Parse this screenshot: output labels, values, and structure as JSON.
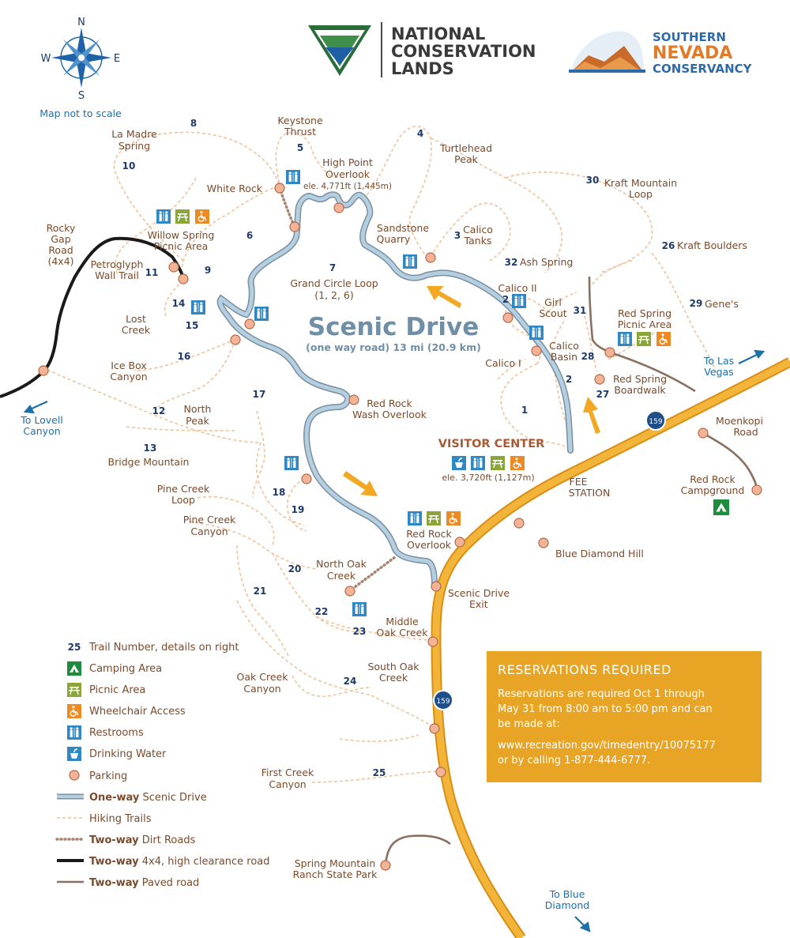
{
  "compass": {
    "n": "N",
    "s": "S",
    "e": "E",
    "w": "W",
    "note": "Map not to scale"
  },
  "logos": {
    "ncl_line1": "NATIONAL",
    "ncl_line2": "CONSERVATION",
    "ncl_line3": "LANDS",
    "snc_line1": "SOUTHERN",
    "snc_line2": "NEVADA",
    "snc_line3": "CONSERVANCY"
  },
  "title": {
    "main": "Scenic Drive",
    "sub": "(one way road) 13 mi (20.9 km)"
  },
  "visitor_center": {
    "name": "VISITOR CENTER",
    "elevation": "ele. 3,720ft (1,127m)"
  },
  "high_point": {
    "line1": "High Point",
    "line2": "Overlook",
    "elevation": "ele. 4,771ft (1,445m)"
  },
  "places": [
    {
      "id": "la-madre-1",
      "text": "La Madre"
    },
    {
      "id": "la-madre-2",
      "text": "Spring"
    },
    {
      "id": "keystone-1",
      "text": "Keystone"
    },
    {
      "id": "keystone-2",
      "text": "Thrust"
    },
    {
      "id": "turtlehead-1",
      "text": "Turtlehead"
    },
    {
      "id": "turtlehead-2",
      "text": "Peak"
    },
    {
      "id": "white-rock",
      "text": "White Rock"
    },
    {
      "id": "kraft-mtn-1",
      "text": "Kraft Mountain"
    },
    {
      "id": "kraft-mtn-2",
      "text": "Loop"
    },
    {
      "id": "rocky-gap-1",
      "text": "Rocky"
    },
    {
      "id": "rocky-gap-2",
      "text": "Gap"
    },
    {
      "id": "rocky-gap-3",
      "text": "Road"
    },
    {
      "id": "rocky-gap-4",
      "text": "(4x4)"
    },
    {
      "id": "willow-1",
      "text": "Willow Spring"
    },
    {
      "id": "willow-2",
      "text": "Picnic Area"
    },
    {
      "id": "sandstone-1",
      "text": "Sandstone"
    },
    {
      "id": "sandstone-2",
      "text": "Quarry"
    },
    {
      "id": "calico-tanks-1",
      "text": "Calico"
    },
    {
      "id": "calico-tanks-2",
      "text": "Tanks"
    },
    {
      "id": "kraft-boulders",
      "text": "Kraft Boulders"
    },
    {
      "id": "petro-1",
      "text": "Petroglyph"
    },
    {
      "id": "petro-2",
      "text": "Wall Trail"
    },
    {
      "id": "ash-spring",
      "text": "Ash Spring"
    },
    {
      "id": "grand-1",
      "text": "Grand Circle Loop"
    },
    {
      "id": "grand-2",
      "text": "(1, 2, 6)"
    },
    {
      "id": "calico-ii",
      "text": "Calico II"
    },
    {
      "id": "girl-1",
      "text": "Girl"
    },
    {
      "id": "girl-2",
      "text": "Scout"
    },
    {
      "id": "genes",
      "text": "Gene's"
    },
    {
      "id": "red-spring-pic-1",
      "text": "Red Spring"
    },
    {
      "id": "red-spring-pic-2",
      "text": "Picnic Area"
    },
    {
      "id": "lost-1",
      "text": "Lost"
    },
    {
      "id": "lost-2",
      "text": "Creek"
    },
    {
      "id": "calico-basin-1",
      "text": "Calico"
    },
    {
      "id": "calico-basin-2",
      "text": "Basin"
    },
    {
      "id": "to-lv-1",
      "text": "To Las"
    },
    {
      "id": "to-lv-2",
      "text": "Vegas"
    },
    {
      "id": "ice-1",
      "text": "Ice Box"
    },
    {
      "id": "ice-2",
      "text": "Canyon"
    },
    {
      "id": "calico-i",
      "text": "Calico I"
    },
    {
      "id": "rs-board-1",
      "text": "Red Spring"
    },
    {
      "id": "rs-board-2",
      "text": "Boardwalk"
    },
    {
      "id": "to-lovell-1",
      "text": "To Lovell"
    },
    {
      "id": "to-lovell-2",
      "text": "Canyon"
    },
    {
      "id": "rr-wash-1",
      "text": "Red Rock"
    },
    {
      "id": "rr-wash-2",
      "text": "Wash Overlook"
    },
    {
      "id": "north-peak-1",
      "text": "North"
    },
    {
      "id": "north-peak-2",
      "text": "Peak"
    },
    {
      "id": "moenkopi-1",
      "text": "Moenkopi"
    },
    {
      "id": "moenkopi-2",
      "text": "Road"
    },
    {
      "id": "bridge",
      "text": "Bridge Mountain"
    },
    {
      "id": "fee-1",
      "text": "FEE"
    },
    {
      "id": "fee-2",
      "text": "STATION"
    },
    {
      "id": "rr-camp-1",
      "text": "Red Rock"
    },
    {
      "id": "rr-camp-2",
      "text": "Campground"
    },
    {
      "id": "pine-loop-1",
      "text": "Pine Creek"
    },
    {
      "id": "pine-loop-2",
      "text": "Loop"
    },
    {
      "id": "pine-canyon-1",
      "text": "Pine Creek"
    },
    {
      "id": "pine-canyon-2",
      "text": "Canyon"
    },
    {
      "id": "rr-over-1",
      "text": "Red Rock"
    },
    {
      "id": "rr-over-2",
      "text": "Overlook"
    },
    {
      "id": "blue-diamond-hill",
      "text": "Blue Diamond Hill"
    },
    {
      "id": "north-oak-1",
      "text": "North Oak"
    },
    {
      "id": "north-oak-2",
      "text": "Creek"
    },
    {
      "id": "exit-1",
      "text": "Scenic Drive"
    },
    {
      "id": "exit-2",
      "text": "Exit"
    },
    {
      "id": "middle-oak-1",
      "text": "Middle"
    },
    {
      "id": "middle-oak-2",
      "text": "Oak Creek"
    },
    {
      "id": "south-oak-1",
      "text": "South Oak"
    },
    {
      "id": "south-oak-2",
      "text": "Creek"
    },
    {
      "id": "oak-canyon-1",
      "text": "Oak Creek"
    },
    {
      "id": "oak-canyon-2",
      "text": "Canyon"
    },
    {
      "id": "first-creek-1",
      "text": "First Creek"
    },
    {
      "id": "first-creek-2",
      "text": "Canyon"
    },
    {
      "id": "spring-mtn-1",
      "text": "Spring Mountain"
    },
    {
      "id": "spring-mtn-2",
      "text": "Ranch State Park"
    },
    {
      "id": "to-bd-1",
      "text": "To Blue"
    },
    {
      "id": "to-bd-2",
      "text": "Diamond"
    }
  ],
  "trail_numbers": [
    "8",
    "4",
    "10",
    "5",
    "30",
    "6",
    "26",
    "9",
    "11",
    "3",
    "7",
    "32",
    "2",
    "14",
    "31",
    "29",
    "15",
    "28",
    "16",
    "2",
    "27",
    "17",
    "12",
    "1",
    "13",
    "18",
    "19",
    "20",
    "21",
    "22",
    "23",
    "24",
    "25"
  ],
  "route_shields": [
    "159",
    "159"
  ],
  "legend": [
    {
      "key": "trail-number",
      "symbol": "25",
      "label": "Trail Number, details on right"
    },
    {
      "key": "camping",
      "label": "Camping Area"
    },
    {
      "key": "picnic",
      "label": "Picnic Area"
    },
    {
      "key": "wheelchair",
      "label": "Wheelchair Access"
    },
    {
      "key": "restroom",
      "label": "Restrooms"
    },
    {
      "key": "water",
      "label": "Drinking Water"
    },
    {
      "key": "parking",
      "label": "Parking"
    },
    {
      "key": "scenic",
      "bold": "One-way",
      "label": " Scenic Drive"
    },
    {
      "key": "hiking",
      "label": "Hiking Trails"
    },
    {
      "key": "dirt",
      "bold": "Two-way",
      "label": " Dirt Roads"
    },
    {
      "key": "4x4",
      "bold": "Two-way",
      "label": " 4x4, high clearance road"
    },
    {
      "key": "paved",
      "bold": "Two-way",
      "label": " Paved road"
    }
  ],
  "reservations": {
    "title": "RESERVATIONS REQUIRED",
    "line1": "Reservations are required Oct 1 through",
    "line2": "May 31 from 8:00 am to 5:00 pm and can",
    "line3": "be made at:",
    "line4": "www.recreation.gov/timedentry/10075177",
    "line5": "or by calling 1-877-444-6777."
  },
  "colors": {
    "highway": "#f2b53a",
    "scenic": "#b5cfe2",
    "scenic_outline": "#7b8f9c",
    "trail": "#f0c29a",
    "parking": "#f4b396",
    "paved": "#8a7060",
    "offroad": "#222222",
    "text": "#7a4a2c",
    "numbers": "#1d3a6b",
    "title": "#6f8fa6",
    "restroom": "#2f88c4",
    "picnic": "#8aa538",
    "wheelchair": "#ee8a24",
    "camping": "#1e8c3c",
    "water": "#2f88c4",
    "arrow": "#f2a822"
  }
}
